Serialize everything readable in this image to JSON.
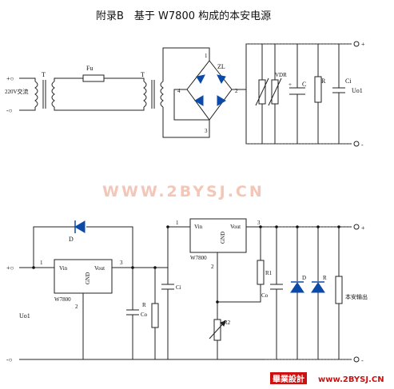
{
  "title": "附录B　基于 W7800 构成的本安电源",
  "top_circuit": {
    "input_plus": "+○",
    "input_voltage": "220V交流",
    "input_minus": "-○",
    "transformer1": "T",
    "transformer2": "T",
    "fuse": "Fu",
    "bridge": "ZL",
    "bridge_pins": [
      "1",
      "2",
      "3",
      "4"
    ],
    "varistor": "VDR",
    "cap_plus": "+",
    "capacitor": "C",
    "resistor": "R",
    "capacitor_i": "Ci",
    "output_plus": "+",
    "output_minus": "-",
    "output_label": "Uo1"
  },
  "watermark": "WWW.2BYSJ.CN",
  "bottom_circuit": {
    "input_plus": "+○",
    "input_minus": "-○",
    "input_label": "Uo1",
    "diode_top": "D",
    "reg1": {
      "vin": "Vin",
      "vout": "Vout",
      "gnd": "GND",
      "name": "W7800",
      "pin1": "1",
      "pin2": "2",
      "pin3": "3"
    },
    "cap_co1": "Co",
    "res_r1": "R",
    "cap_ci": "Ci",
    "reg2": {
      "vin": "Vin",
      "vout": "Vout",
      "gnd": "GND",
      "name": "W7800",
      "pin1": "1",
      "pin2": "2",
      "pin3": "3"
    },
    "res_r1b": "R1",
    "res_r2": "R2",
    "cap_co2": "Co",
    "diode_d": "D",
    "diode_r": "R",
    "output_plus": "+",
    "output_minus": "-",
    "output_label": "本安输出"
  },
  "badge": {
    "text": "畢業設計",
    "url": "www.2BYSJ.CN"
  }
}
